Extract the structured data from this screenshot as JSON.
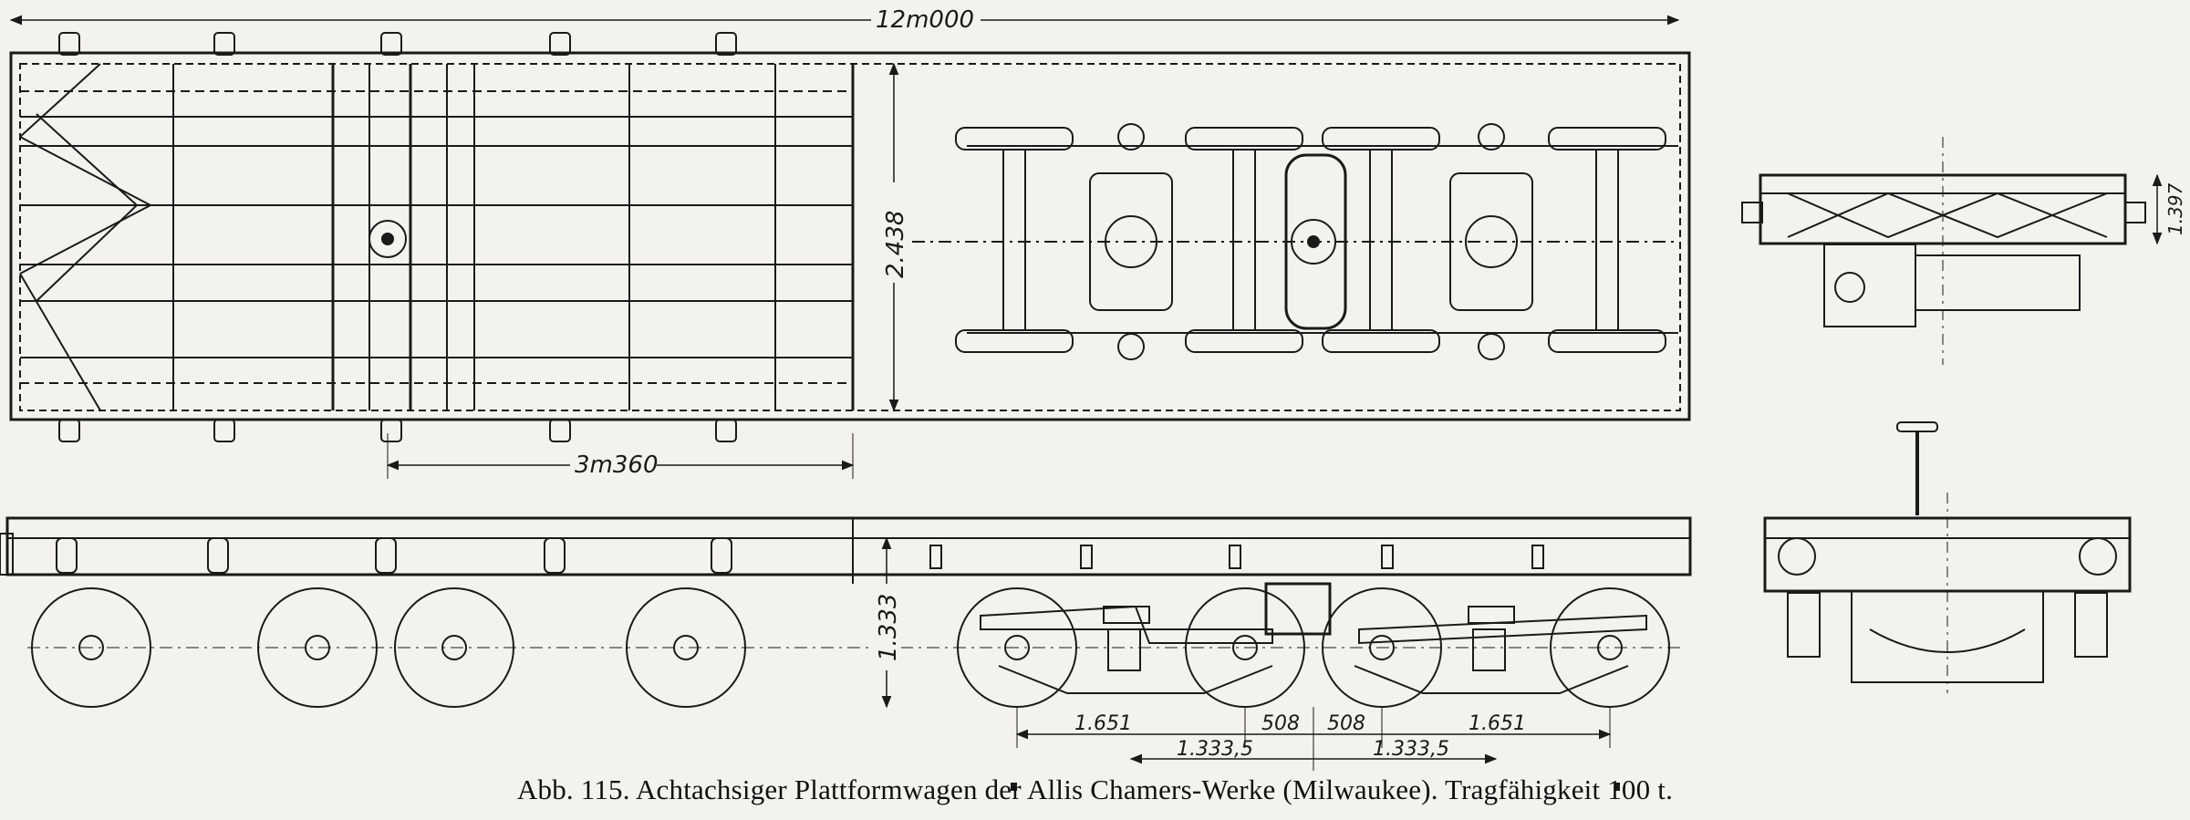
{
  "dimensions": {
    "overall_length": "12m000",
    "width": "2.438",
    "bogie_center_spacing": "3m360",
    "height": "1.333",
    "end_height": "1.397",
    "wheel_base_left": "1.651",
    "gap_left": "508",
    "gap_right": "508",
    "wheel_base_right": "1.651",
    "half_bogie_left": "1.333,5",
    "half_bogie_right": "1.333,5"
  },
  "caption": {
    "text": "Abb. 115. Achtachsiger Plattformwagen der Allis Chamers-Werke (Milwaukee). Tragfähigkeit 100 t."
  }
}
